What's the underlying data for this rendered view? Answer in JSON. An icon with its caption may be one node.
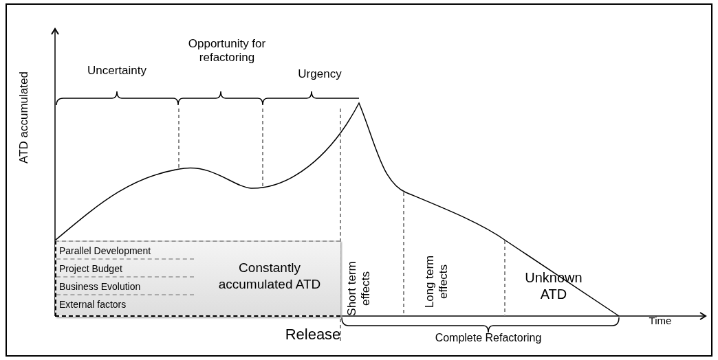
{
  "diagram": {
    "nodes": [
      {
        "text": [
          "Constantly accumulated ATD"
        ]
      },
      {
        "text": [
          "Parallel Development"
        ],
        "in": 0
      },
      {
        "text": [
          "Project Budget"
        ],
        "in": 0
      },
      {
        "text": [
          "Business Evolution"
        ],
        "in": 0
      },
      {
        "text": [
          "External factors"
        ],
        "in": 0
      }
    ],
    "labels": [
      "ATD accumulated",
      "Uncertainty",
      "Opportunity for refactoring",
      "Urgency",
      "Short term effects",
      "Long term effects",
      "Unknown ATD",
      "Time",
      "Release",
      "Complete Refactoring"
    ]
  }
}
